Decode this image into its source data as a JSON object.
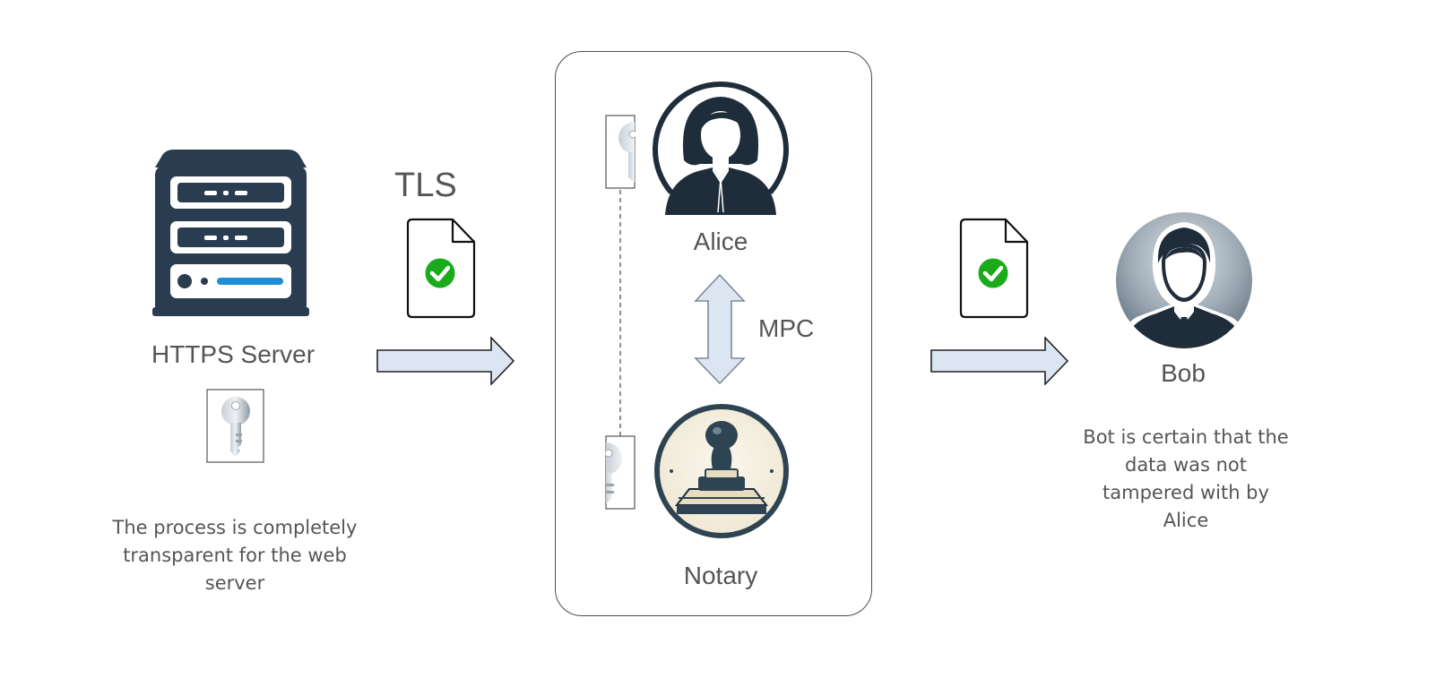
{
  "server": {
    "label": "HTTPS Server",
    "note": "The process is completely transparent for the web server"
  },
  "tls": {
    "label": "TLS"
  },
  "alice": {
    "label": "Alice"
  },
  "mpc": {
    "label": "MPC"
  },
  "notary": {
    "label": "Notary"
  },
  "bob": {
    "label": "Bob",
    "note": "Bot is certain that the data was not tampered with by Alice"
  },
  "colors": {
    "arrow_fill": "#dce6f2",
    "arrow_stroke": "#222222",
    "check_green": "#1aaa1a",
    "server_navy": "#2a3c4f",
    "server_blue": "#1e8fd6",
    "avatar_dark": "#1f2d3a",
    "text_gray": "#555555"
  }
}
